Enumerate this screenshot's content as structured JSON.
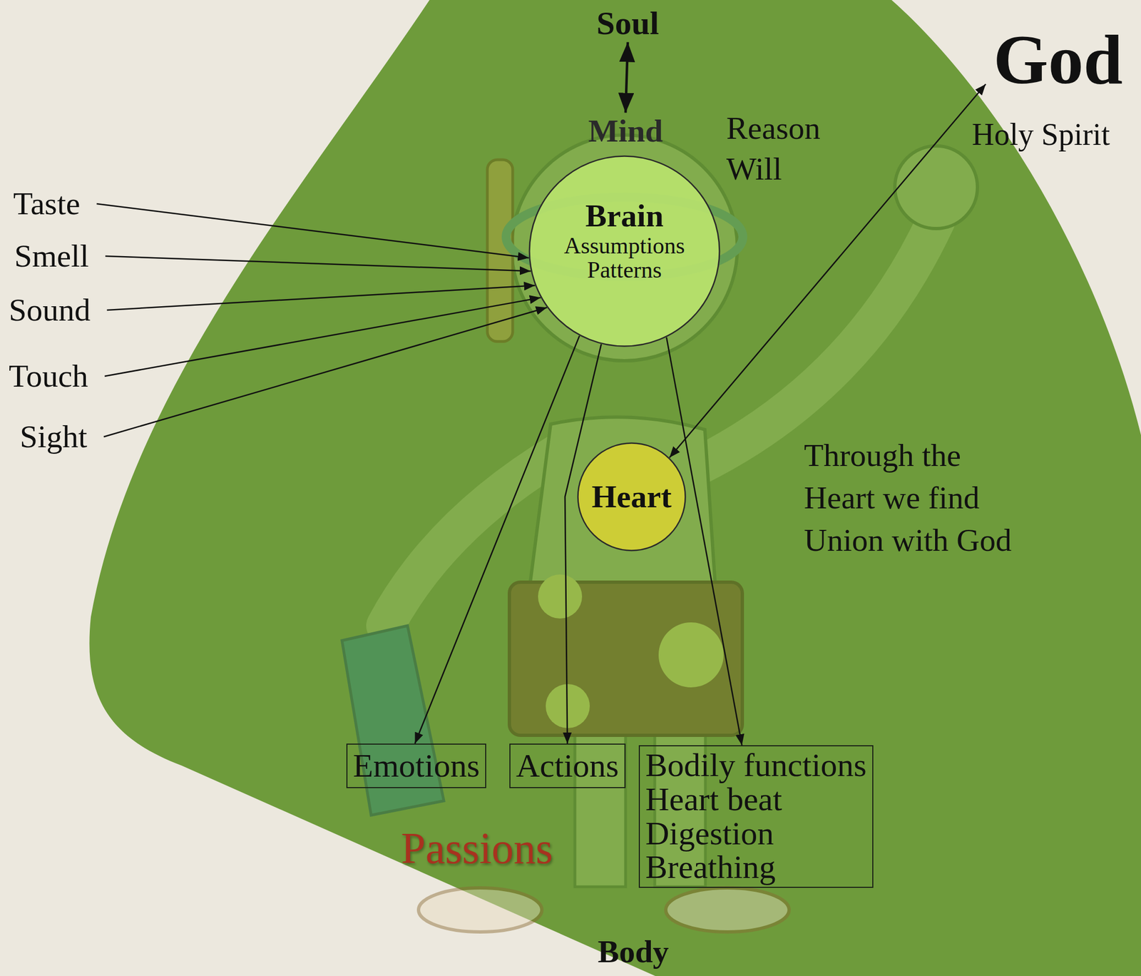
{
  "diagram": {
    "nodes": [
      {
        "text": [
          "Soul"
        ]
      },
      {
        "text": [
          "God"
        ]
      },
      {
        "text": [
          "Mind"
        ]
      },
      {
        "text": [
          "Taste"
        ]
      },
      {
        "text": [
          "Brain",
          "Assumptions Patterns"
        ]
      },
      {
        "text": [
          "Smell"
        ]
      },
      {
        "text": [
          "Sound"
        ]
      },
      {
        "text": [
          "Touch"
        ]
      },
      {
        "text": [
          "Sight"
        ]
      },
      {
        "text": [
          "Heart"
        ]
      },
      {
        "text": [
          "Emotions"
        ]
      },
      {
        "text": [
          "Actions"
        ]
      },
      {
        "text": [
          "Bodily functions",
          "Heart beat",
          "Digestion",
          "Breathing"
        ]
      }
    ],
    "edges": [
      {
        "from": 0,
        "to": 2,
        "arrow": "both"
      },
      {
        "from": 3,
        "to": 4,
        "arrow": "to"
      },
      {
        "from": 5,
        "to": 4,
        "arrow": "to"
      },
      {
        "from": 6,
        "to": 4,
        "arrow": "to"
      },
      {
        "from": 7,
        "to": 4,
        "arrow": "to"
      },
      {
        "from": 8,
        "to": 4,
        "arrow": "to"
      },
      {
        "from": 4,
        "to": 10,
        "arrow": "to"
      },
      {
        "from": 4,
        "to": 11,
        "arrow": "to"
      },
      {
        "from": 4,
        "to": 12,
        "arrow": "to"
      },
      {
        "from": 9,
        "to": 1,
        "arrow": "both"
      }
    ],
    "labels": [
      "Reason",
      "Will",
      "Holy Spirit",
      "Through the Heart we find Union with God",
      "Passions",
      "Body"
    ]
  }
}
